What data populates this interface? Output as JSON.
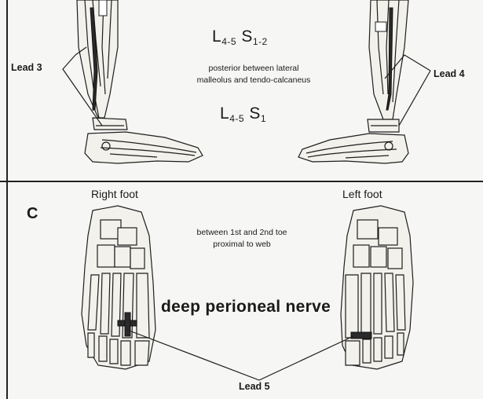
{
  "top": {
    "level_upper": {
      "main": "L",
      "sub1": "4-5",
      "main2": "S",
      "sub2": "1-2"
    },
    "location_line1": "posterior between lateral",
    "location_line2": "malleolus and tendo-calcaneus",
    "level_lower": {
      "main": "L",
      "sub1": "4-5",
      "main2": "S",
      "sub2": "1"
    },
    "lead_left": "Lead 3",
    "lead_right": "Lead 4"
  },
  "bottom": {
    "panel_letter": "C",
    "right_foot": "Right foot",
    "left_foot": "Left foot",
    "location_line1": "between 1st and 2nd toe",
    "location_line2": "proximal to web",
    "nerve": "deep perioneal nerve",
    "lead": "Lead 5"
  }
}
